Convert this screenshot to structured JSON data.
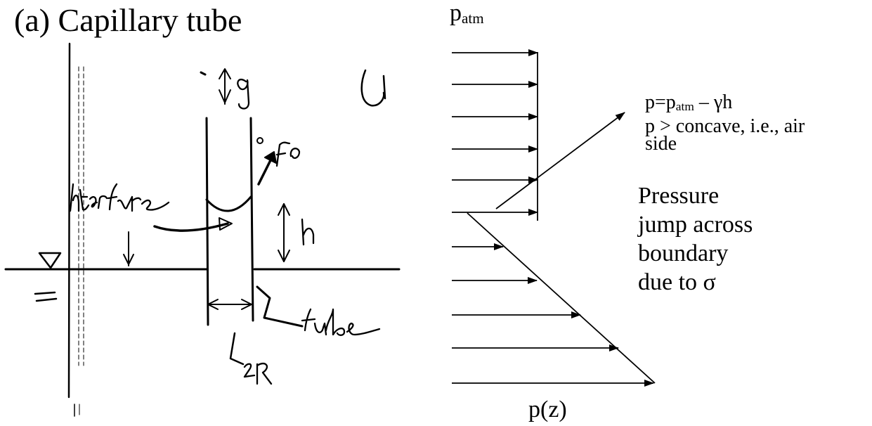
{
  "title": "(a)  Capillary tube",
  "patm_label": {
    "p": "p",
    "sub": "atm"
  },
  "equation": {
    "pre": "p=p",
    "sub": "atm",
    "post": " – γh"
  },
  "pressure_relation": "p > concave, i.e., air",
  "pressure_relation_cont": "side",
  "note_lines": [
    "Pressure",
    "jump across",
    "boundary",
    "due to σ"
  ],
  "pz_label": "p(z)",
  "handwritten": {
    "interface": "interface",
    "tube": "tube",
    "two_r": "2R",
    "h": "h",
    "g": "g",
    "f_sigma": "Fσ"
  },
  "colors": {
    "ink": "#000000",
    "background": "#ffffff"
  }
}
